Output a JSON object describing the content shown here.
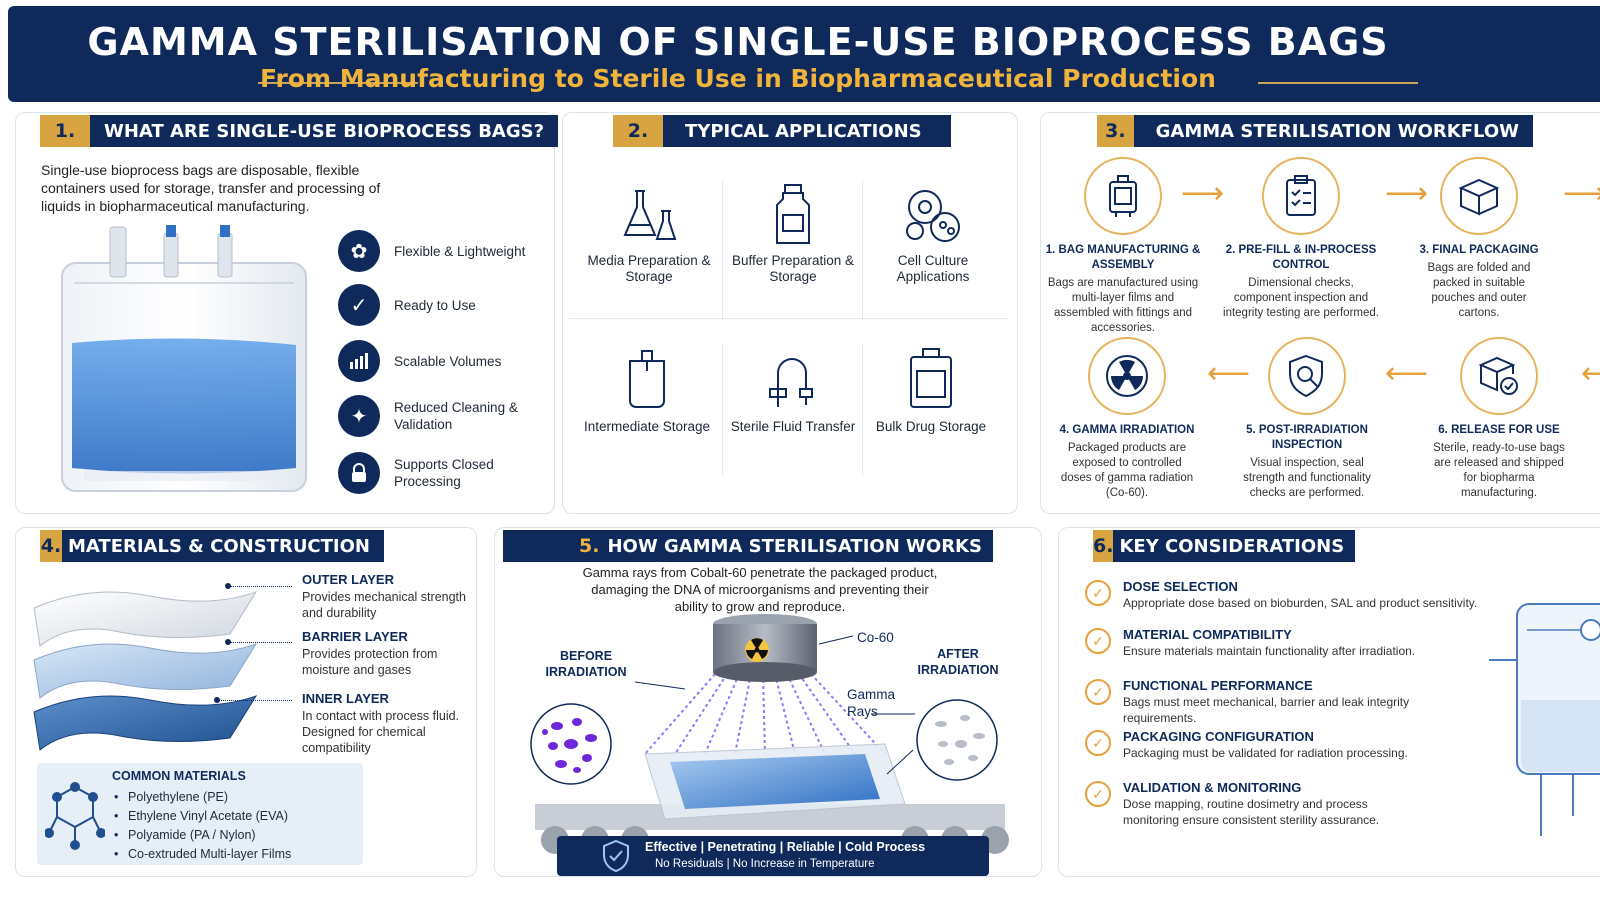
{
  "header": {
    "title": "GAMMA STERILISATION OF SINGLE-USE BIOPROCESS BAGS",
    "subtitle": "From Manufacturing to Sterile Use in Biopharmaceutical Production"
  },
  "colors": {
    "navy": "#0f2a5a",
    "gold": "#d8a441",
    "blue_fluid": "#3b82d6",
    "purple": "#7c3aed"
  },
  "section1": {
    "num": "1.",
    "title": "WHAT ARE SINGLE-USE BIOPROCESS BAGS?",
    "intro": "Single-use bioprocess bags are disposable, flexible containers used for storage, transfer and processing of liquids in biopharmaceutical manufacturing.",
    "features": [
      {
        "icon": "feather-icon",
        "label": "Flexible & Lightweight"
      },
      {
        "icon": "check-icon",
        "label": "Ready to Use"
      },
      {
        "icon": "chart-icon",
        "label": "Scalable Volumes"
      },
      {
        "icon": "sparkle-icon",
        "label": "Reduced Cleaning & Validation"
      },
      {
        "icon": "lock-icon",
        "label": "Supports Closed Processing"
      }
    ]
  },
  "section2": {
    "num": "2.",
    "title": "TYPICAL APPLICATIONS",
    "apps": [
      {
        "icon": "flask-icon",
        "label": "Media Preparation & Storage"
      },
      {
        "icon": "bottle-icon",
        "label": "Buffer Preparation & Storage"
      },
      {
        "icon": "cells-icon",
        "label": "Cell Culture Applications"
      },
      {
        "icon": "bag-icon",
        "label": "Intermediate Storage"
      },
      {
        "icon": "tap-icon",
        "label": "Sterile Fluid Transfer"
      },
      {
        "icon": "container-icon",
        "label": "Bulk Drug Storage"
      }
    ]
  },
  "section3": {
    "num": "3.",
    "title": "GAMMA STERILISATION WORKFLOW",
    "steps": [
      {
        "title": "1. BAG MANUFACTURING & ASSEMBLY",
        "desc": "Bags are manufactured using multi-layer films and assembled with fittings and accessories."
      },
      {
        "title": "2. PRE-FILL & IN-PROCESS CONTROL",
        "desc": "Dimensional checks, component inspection and integrity testing are performed."
      },
      {
        "title": "3. FINAL PACKAGING",
        "desc": "Bags are folded and packed in suitable pouches and outer cartons."
      },
      {
        "title": "4. GAMMA IRRADIATION",
        "desc": "Packaged products are exposed to controlled doses of gamma radiation (Co-60)."
      },
      {
        "title": "5. POST-IRRADIATION INSPECTION",
        "desc": "Visual inspection, seal strength and functionality checks are performed."
      },
      {
        "title": "6. RELEASE FOR USE",
        "desc": "Sterile, ready-to-use bags are released and shipped for biopharma manufacturing."
      }
    ]
  },
  "section4": {
    "num": "4.",
    "title": "MATERIALS & CONSTRUCTION",
    "layers": [
      {
        "title": "OUTER LAYER",
        "desc": "Provides mechanical strength and durability"
      },
      {
        "title": "BARRIER LAYER",
        "desc": "Provides protection from moisture and gases"
      },
      {
        "title": "INNER LAYER",
        "desc": "In contact with process fluid. Designed for chemical compatibility"
      }
    ],
    "materials_title": "COMMON MATERIALS",
    "materials": [
      "Polyethylene (PE)",
      "Ethylene Vinyl Acetate (EVA)",
      "Polyamide (PA / Nylon)",
      "Co-extruded Multi-layer Films"
    ]
  },
  "section5": {
    "num": "5.",
    "title": "HOW GAMMA STERILISATION WORKS",
    "intro": "Gamma rays from Cobalt-60 penetrate the packaged product, damaging the DNA of microorganisms and preventing their ability to grow and reproduce.",
    "before": "BEFORE IRRADIATION",
    "after": "AFTER IRRADIATION",
    "source": "Co-60",
    "rays": "Gamma Rays",
    "banner_line1": "Effective | Penetrating | Reliable | Cold Process",
    "banner_line2": "No Residuals | No Increase in Temperature"
  },
  "section6": {
    "num": "6.",
    "title": "KEY CONSIDERATIONS",
    "items": [
      {
        "title": "DOSE SELECTION",
        "desc": "Appropriate dose based on bioburden, SAL and product sensitivity."
      },
      {
        "title": "MATERIAL COMPATIBILITY",
        "desc": "Ensure materials maintain functionality after irradiation."
      },
      {
        "title": "FUNCTIONAL PERFORMANCE",
        "desc": "Bags must meet mechanical, barrier and leak integrity requirements."
      },
      {
        "title": "PACKAGING CONFIGURATION",
        "desc": "Packaging must be validated for radiation processing."
      },
      {
        "title": "VALIDATION & MONITORING",
        "desc": "Dose mapping, routine dosimetry and process monitoring ensure consistent sterility assurance."
      }
    ]
  }
}
